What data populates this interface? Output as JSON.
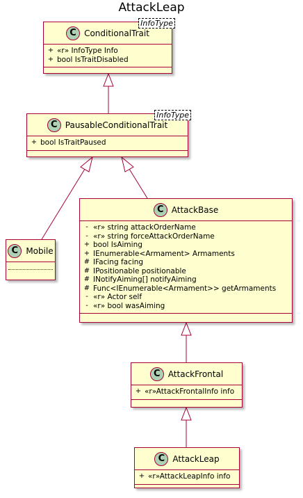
{
  "diagram": {
    "title": "AttackLeap",
    "classes": {
      "conditional_trait": {
        "name": "ConditionalTrait",
        "generic": "InfoType",
        "members": [
          {
            "vis": "+",
            "text": "«r» InfoType Info"
          },
          {
            "vis": "+",
            "text": "bool IsTraitDisabled"
          }
        ]
      },
      "pausable": {
        "name": "PausableConditionalTrait",
        "generic": "InfoType",
        "members": [
          {
            "vis": "+",
            "text": "bool IsTraitPaused"
          }
        ]
      },
      "mobile": {
        "name": "Mobile",
        "members": []
      },
      "attack_base": {
        "name": "AttackBase",
        "members": [
          {
            "vis": "-",
            "text": "«r» string attackOrderName"
          },
          {
            "vis": "-",
            "text": "«r» string forceAttackOrderName"
          },
          {
            "vis": "+",
            "text": "bool IsAiming"
          },
          {
            "vis": "+",
            "text": "IEnumerable<Armament> Armaments"
          },
          {
            "vis": "#",
            "text": "IFacing facing"
          },
          {
            "vis": "#",
            "text": "IPositionable positionable"
          },
          {
            "vis": "#",
            "text": "INotifyAiming[] notifyAiming"
          },
          {
            "vis": "#",
            "text": "Func<IEnumerable<Armament>> getArmaments"
          },
          {
            "vis": "-",
            "text": "«r» Actor self"
          },
          {
            "vis": "-",
            "text": "«r» bool wasAiming"
          }
        ]
      },
      "attack_frontal": {
        "name": "AttackFrontal",
        "members": [
          {
            "vis": "+",
            "text": "«r»AttackFrontalInfo info"
          }
        ]
      },
      "attack_leap": {
        "name": "AttackLeap",
        "members": [
          {
            "vis": "+",
            "text": "«r»AttackLeapInfo info"
          }
        ]
      }
    },
    "relations": [
      {
        "from": "PausableConditionalTrait",
        "to": "ConditionalTrait",
        "type": "inheritance"
      },
      {
        "from": "Mobile",
        "to": "PausableConditionalTrait",
        "type": "inheritance"
      },
      {
        "from": "AttackBase",
        "to": "PausableConditionalTrait",
        "type": "inheritance"
      },
      {
        "from": "AttackFrontal",
        "to": "AttackBase",
        "type": "inheritance"
      },
      {
        "from": "AttackLeap",
        "to": "AttackFrontal",
        "type": "inheritance"
      }
    ],
    "colors": {
      "box_fill": "#fefece",
      "border": "#a80036",
      "stereotype_circle": "#add1b2"
    }
  }
}
